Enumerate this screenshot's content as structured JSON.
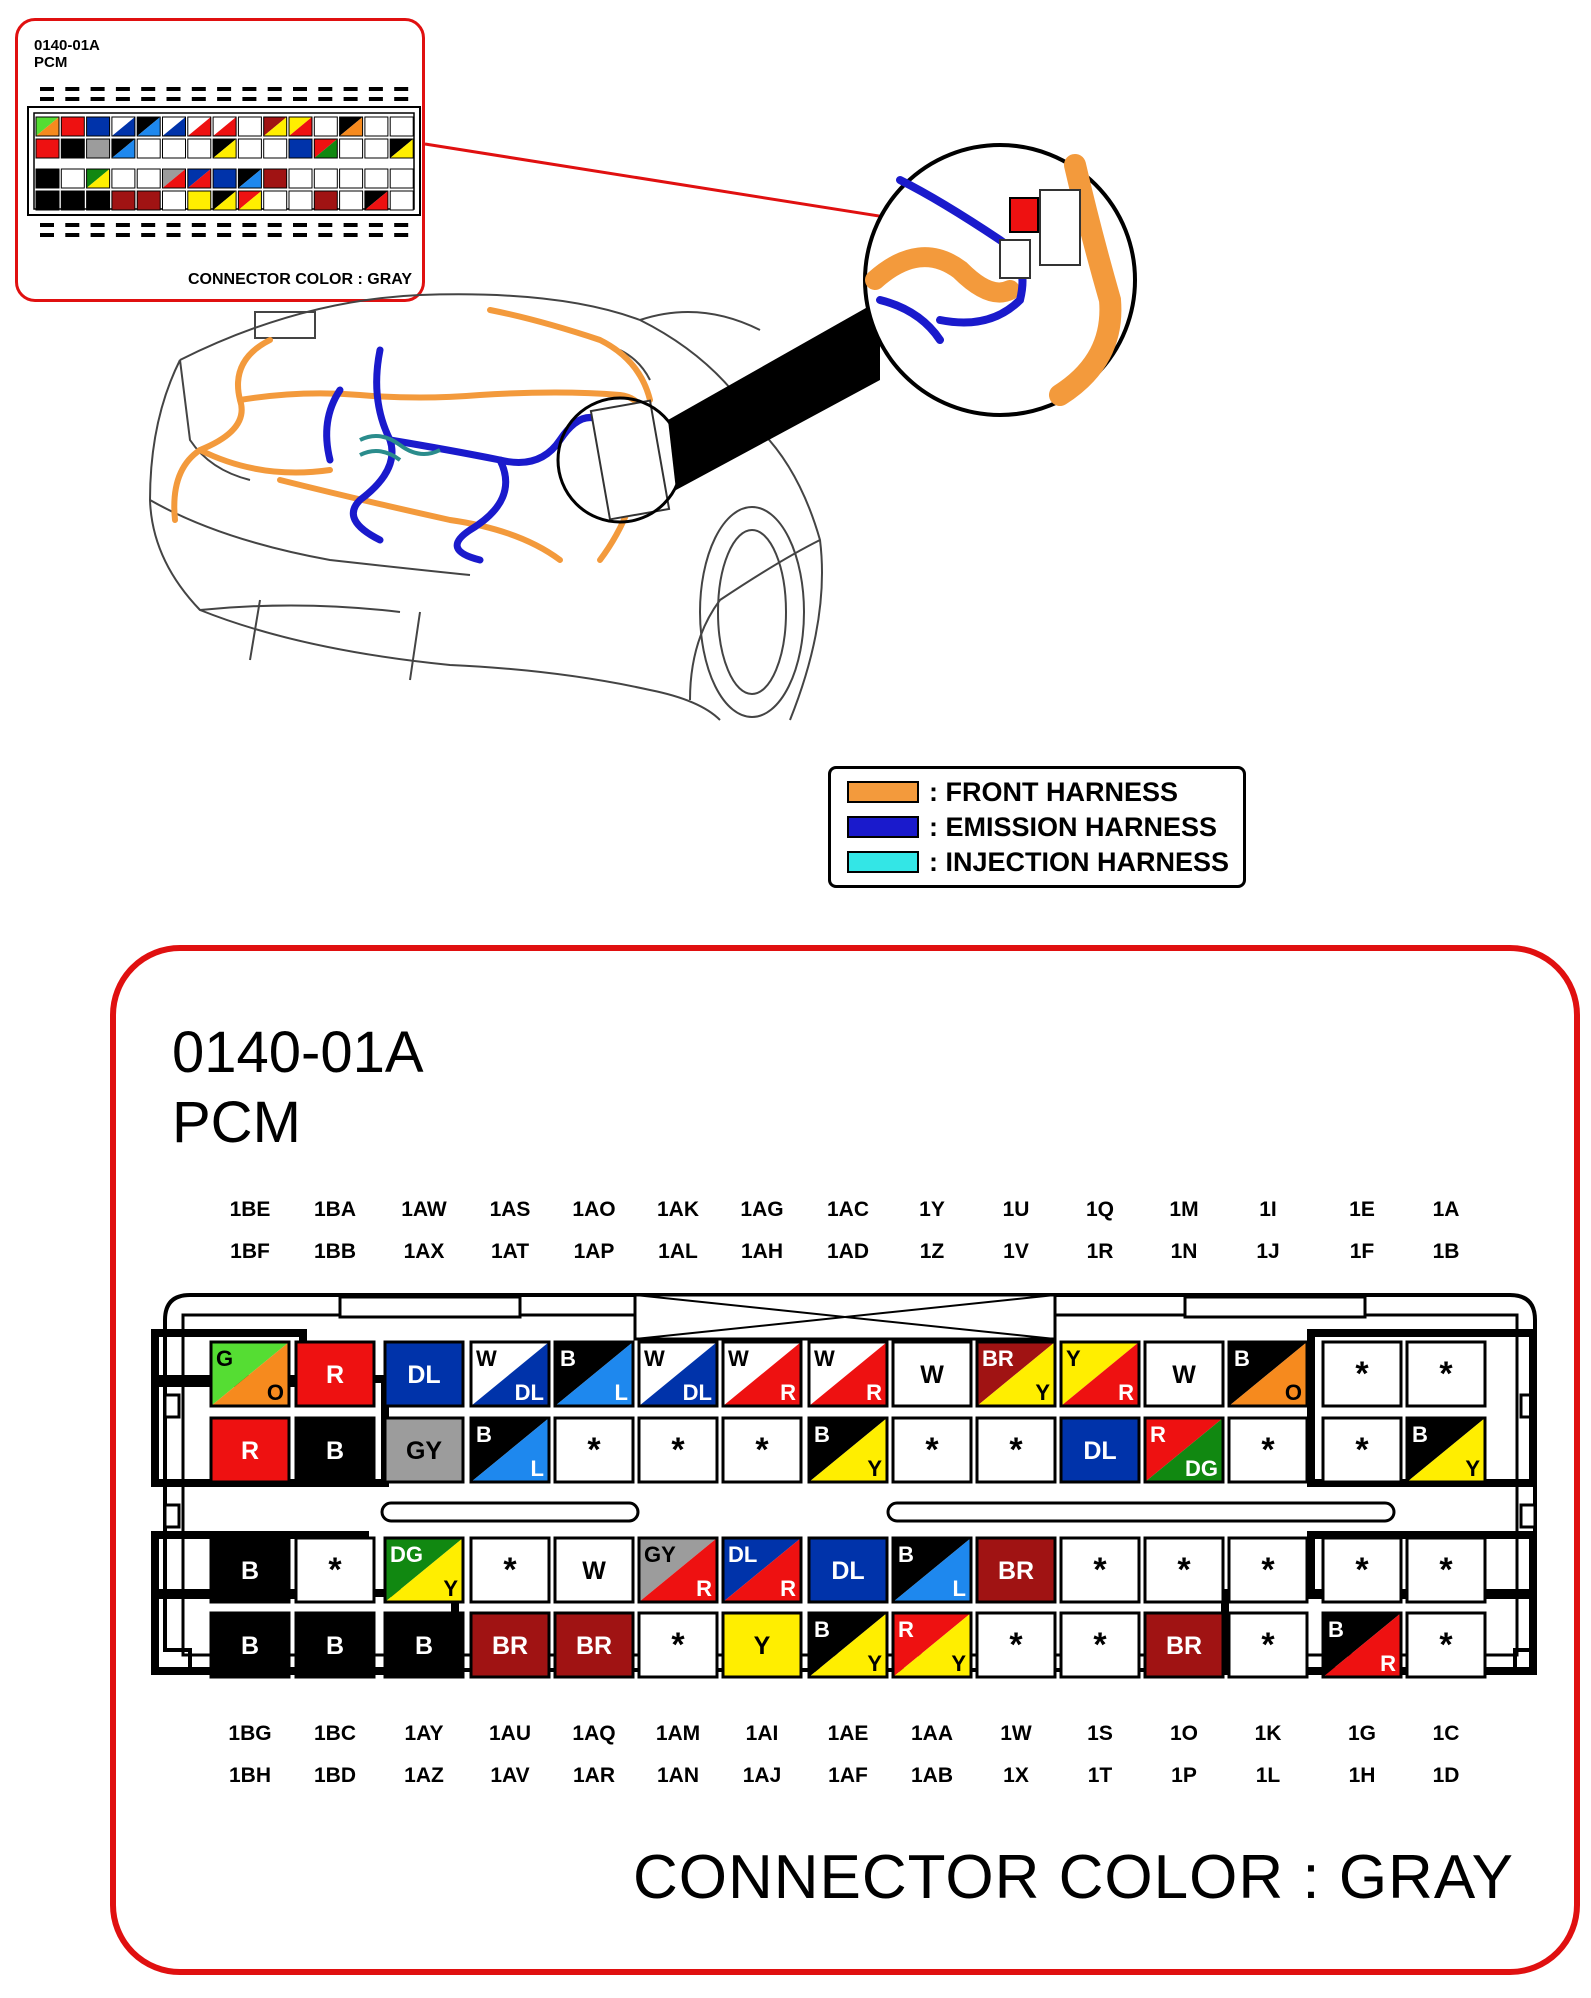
{
  "connector": {
    "code": "0140-01A",
    "name": "PCM",
    "color_caption": "CONNECTOR COLOR : GRAY"
  },
  "legend": [
    {
      "label": ": FRONT HARNESS",
      "color": "#f39a3c"
    },
    {
      "label": ": EMISSION HARNESS",
      "color": "#1a1acc"
    },
    {
      "label": ": INJECTION HARNESS",
      "color": "#33e6e6"
    }
  ],
  "wire_colors": {
    "G": "#55dd33",
    "O": "#f68a1e",
    "R": "#ee1111",
    "DL": "#0033aa",
    "W": "#ffffff",
    "L": "#1e88ee",
    "B": "#000000",
    "BR": "#a01313",
    "Y": "#ffee00",
    "GY": "#9c9c9c",
    "DG": "#118811"
  },
  "top_labels_row1": [
    "1BE",
    "1BA",
    "1AW",
    "1AS",
    "1AO",
    "1AK",
    "1AG",
    "1AC",
    "1Y",
    "1U",
    "1Q",
    "1M",
    "1I",
    "1E",
    "1A"
  ],
  "top_labels_row2": [
    "1BF",
    "1BB",
    "1AX",
    "1AT",
    "1AP",
    "1AL",
    "1AH",
    "1AD",
    "1Z",
    "1V",
    "1R",
    "1N",
    "1J",
    "1F",
    "1B"
  ],
  "bottom_labels_row1": [
    "1BG",
    "1BC",
    "1AY",
    "1AU",
    "1AQ",
    "1AM",
    "1AI",
    "1AE",
    "1AA",
    "1W",
    "1S",
    "1O",
    "1K",
    "1G",
    "1C"
  ],
  "bottom_labels_row2": [
    "1BH",
    "1BD",
    "1AZ",
    "1AV",
    "1AR",
    "1AN",
    "1AJ",
    "1AF",
    "1AB",
    "1X",
    "1T",
    "1P",
    "1L",
    "1H",
    "1D"
  ],
  "pin_rows": [
    [
      "G/O",
      "R",
      "DL",
      "W/DL",
      "B/L",
      "W/DL",
      "W/R",
      "W/R",
      "W",
      "BR/Y",
      "Y/R",
      "W",
      "B/O",
      "*",
      "*"
    ],
    [
      "R",
      "B",
      "GY",
      "B/L",
      "*",
      "*",
      "*",
      "B/Y",
      "*",
      "*",
      "DL",
      "R/DG",
      "*",
      "*",
      "B/Y"
    ],
    [
      "B",
      "*",
      "DG/Y",
      "*",
      "W",
      "GY/R",
      "DL/R",
      "DL",
      "B/L",
      "BR",
      "*",
      "*",
      "*",
      "*",
      "*"
    ],
    [
      "B",
      "B",
      "B",
      "BR",
      "BR",
      "*",
      "Y",
      "B/Y",
      "R/Y",
      "*",
      "*",
      "BR",
      "*",
      "B/R",
      "*"
    ]
  ]
}
